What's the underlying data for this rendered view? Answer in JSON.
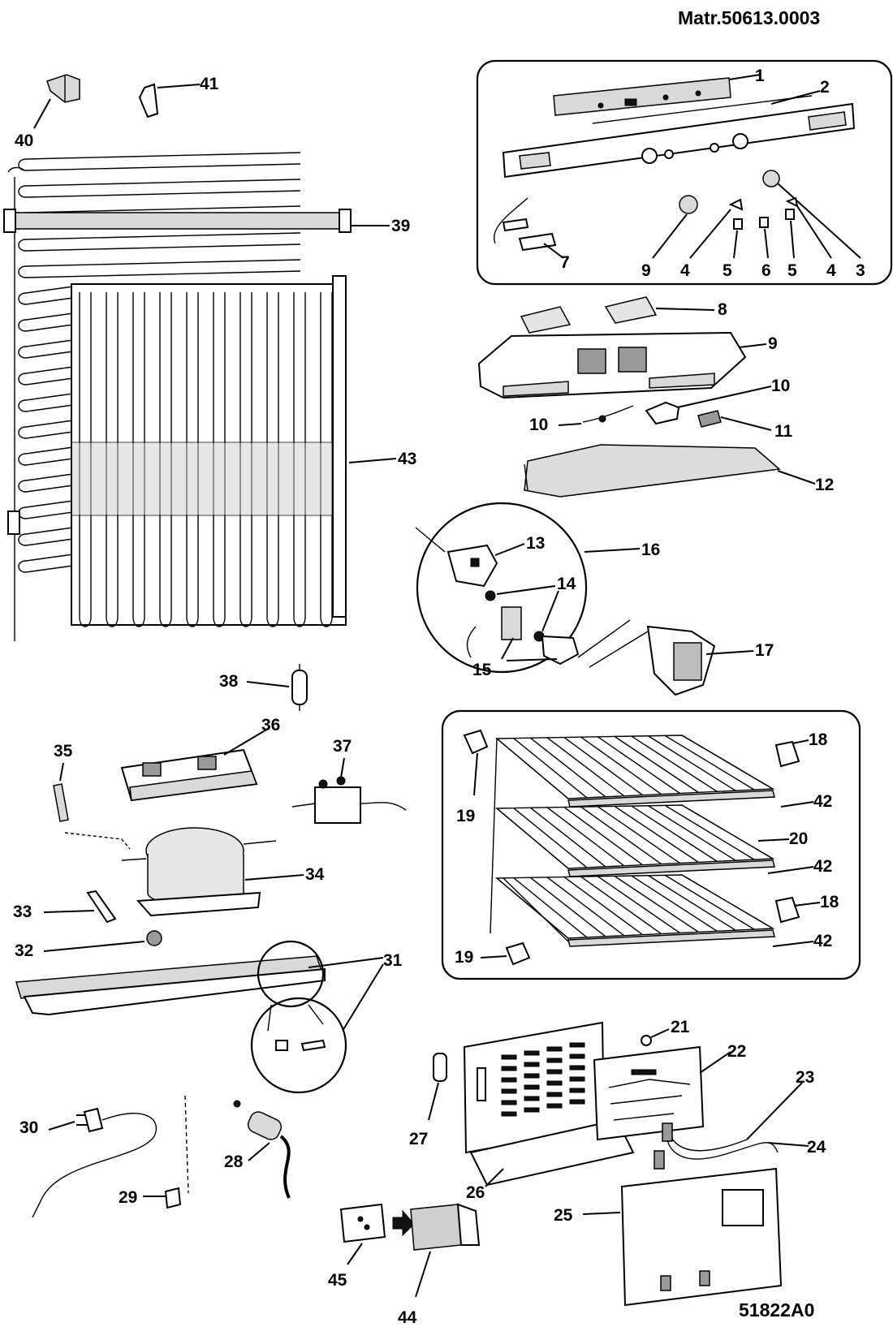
{
  "header": {
    "material_code": "Matr.50613.0003",
    "drawing_code": "51822A0"
  },
  "callouts": {
    "c1": "1",
    "c2": "2",
    "c3": "3",
    "c4a": "4",
    "c4b": "4",
    "c5a": "5",
    "c5b": "5",
    "c6": "6",
    "c7": "7",
    "c8": "8",
    "c9a": "9",
    "c9b": "9",
    "c10a": "10",
    "c10b": "10",
    "c11": "11",
    "c12": "12",
    "c13": "13",
    "c14": "14",
    "c15": "15",
    "c16": "16",
    "c17": "17",
    "c18a": "18",
    "c18b": "18",
    "c19a": "19",
    "c19b": "19",
    "c20": "20",
    "c21": "21",
    "c22": "22",
    "c23": "23",
    "c24": "24",
    "c25": "25",
    "c26": "26",
    "c27": "27",
    "c28": "28",
    "c29": "29",
    "c30": "30",
    "c31": "31",
    "c32": "32",
    "c33": "33",
    "c34": "34",
    "c35": "35",
    "c36": "36",
    "c37": "37",
    "c38": "38",
    "c39": "39",
    "c40": "40",
    "c41": "41",
    "c42a": "42",
    "c42b": "42",
    "c42c": "42",
    "c43": "43",
    "c44": "44",
    "c45": "45"
  }
}
